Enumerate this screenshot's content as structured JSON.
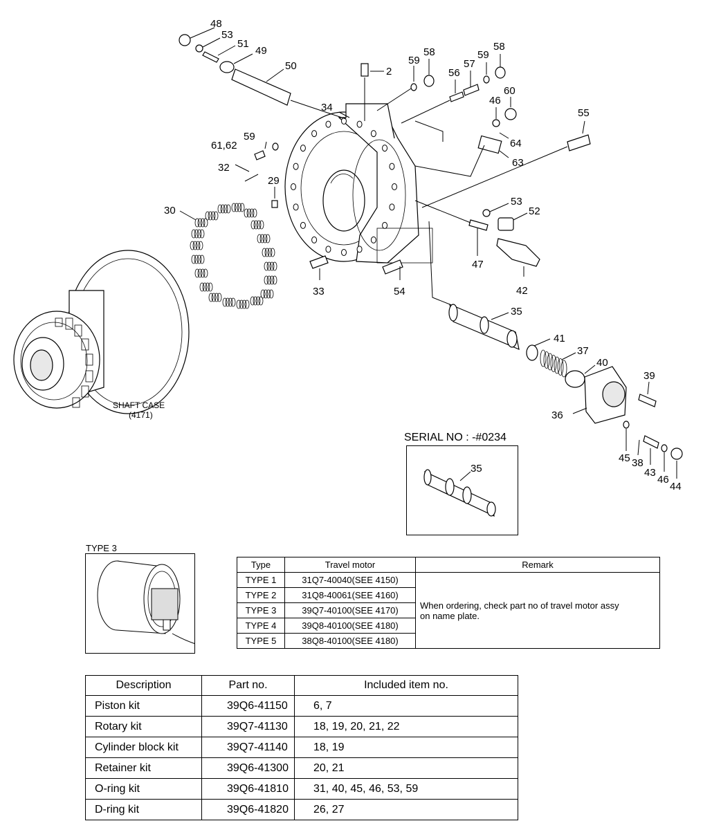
{
  "labels": {
    "l48": "48",
    "l53a": "53",
    "l51": "51",
    "l49": "49",
    "l50": "50",
    "l2": "2",
    "l59a": "59",
    "l58a": "58",
    "l56": "56",
    "l57": "57",
    "l59b": "59",
    "l58b": "58",
    "l60": "60",
    "l46a": "46",
    "l34": "34",
    "l55": "55",
    "l64": "64",
    "l63": "63",
    "l61_62": "61,62",
    "l59c": "59",
    "l32": "32",
    "l29": "29",
    "l30": "30",
    "l53b": "53",
    "l52": "52",
    "l47": "47",
    "l42": "42",
    "l33": "33",
    "l54": "54",
    "l35": "35",
    "l41": "41",
    "l37": "37",
    "l40": "40",
    "l39": "39",
    "l36": "36",
    "l45": "45",
    "l38": "38",
    "l43": "43",
    "l46b": "46",
    "l44": "44",
    "l35b": "35"
  },
  "shaft_case": {
    "line1": "SHAFT CASE",
    "line2": "(4171)"
  },
  "serial": {
    "title": "SERIAL NO : -#0234"
  },
  "type3": {
    "title": "TYPE 3"
  },
  "type_table": {
    "headers": [
      "Type",
      "Travel motor",
      "Remark"
    ],
    "rows": [
      {
        "type": "TYPE 1",
        "motor": "31Q7-40040(SEE 4150)"
      },
      {
        "type": "TYPE 2",
        "motor": "31Q8-40061(SEE 4160)"
      },
      {
        "type": "TYPE 3",
        "motor": "39Q7-40100(SEE 4170)"
      },
      {
        "type": "TYPE 4",
        "motor": "39Q8-40100(SEE 4180)"
      },
      {
        "type": "TYPE 5",
        "motor": "38Q8-40100(SEE 4180)"
      }
    ],
    "remark_line1": "When ordering, check part no of travel motor assy",
    "remark_line2": "on name plate."
  },
  "kit_table": {
    "headers": [
      "Description",
      "Part no.",
      "Included item no."
    ],
    "rows": [
      {
        "desc": "Piston kit",
        "part": "39Q6-41150",
        "items": "6, 7"
      },
      {
        "desc": "Rotary kit",
        "part": "39Q7-41130",
        "items": "18, 19, 20, 21, 22"
      },
      {
        "desc": "Cylinder block kit",
        "part": "39Q7-41140",
        "items": "18, 19"
      },
      {
        "desc": "Retainer kit",
        "part": "39Q6-41300",
        "items": "20, 21"
      },
      {
        "desc": "O-ring kit",
        "part": "39Q6-41810",
        "items": "31, 40, 45, 46, 53, 59"
      },
      {
        "desc": "D-ring kit",
        "part": "39Q6-41820",
        "items": "26, 27"
      }
    ]
  }
}
